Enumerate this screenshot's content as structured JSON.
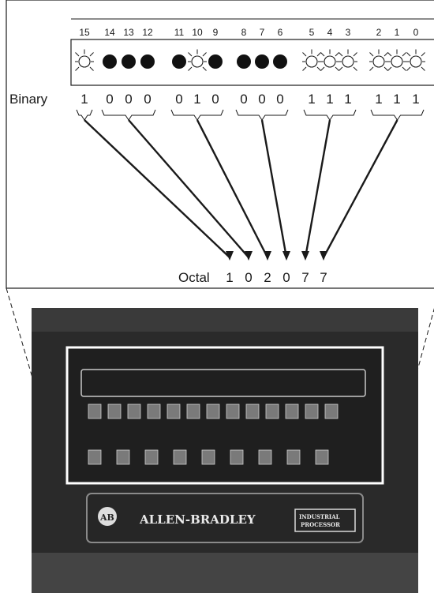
{
  "labels": {
    "binary": "Binary",
    "octal": "Octal"
  },
  "bit_numbers": [
    "15",
    "14",
    "13",
    "12",
    "11",
    "10",
    "9",
    "8",
    "7",
    "6",
    "5",
    "4",
    "3",
    "2",
    "1",
    "0"
  ],
  "bit_states": [
    1,
    0,
    0,
    0,
    0,
    1,
    0,
    0,
    0,
    0,
    1,
    1,
    1,
    1,
    1,
    1
  ],
  "binary_digits": [
    "1",
    "0",
    "0",
    "0",
    "0",
    "1",
    "0",
    "0",
    "0",
    "0",
    "1",
    "1",
    "1",
    "1",
    "1",
    "1"
  ],
  "octal_digits": [
    "1",
    "0",
    "2",
    "0",
    "7",
    "7"
  ],
  "photo": {
    "logo_text": "AB",
    "brand_text": "ALLEN-BRADLEY",
    "badge_line1": "INDUSTRIAL",
    "badge_line2": "PROCESSOR"
  },
  "colors": {
    "line": "#1a1a1a",
    "led_on": "#111111",
    "photo_bg": "#2a2a2a"
  }
}
